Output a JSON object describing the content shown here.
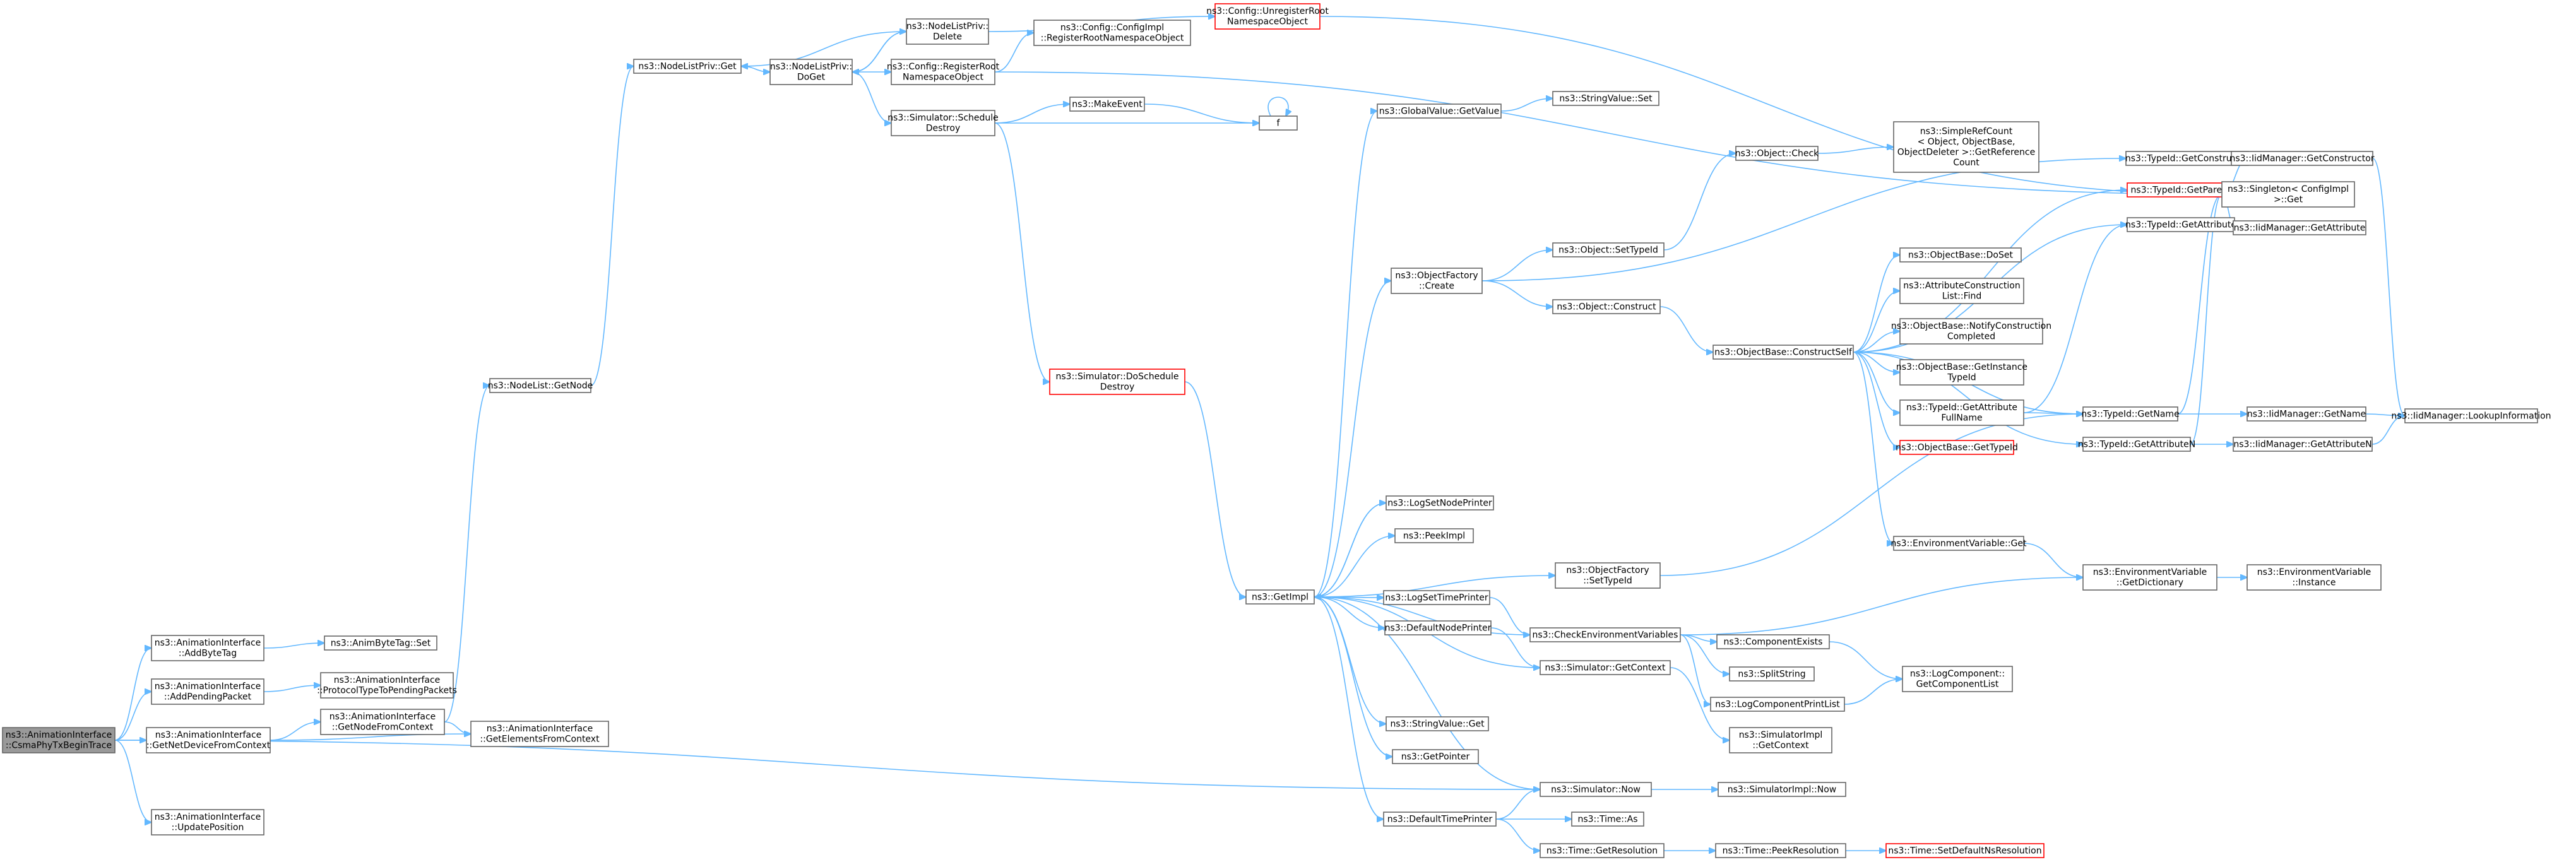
{
  "nodes": [
    {
      "id": "root",
      "lines": [
        "ns3::AnimationInterface",
        "::CsmaPhyTxBeginTrace"
      ],
      "style": "root"
    },
    {
      "id": "addbytetag",
      "lines": [
        "ns3::AnimationInterface",
        "::AddByteTag"
      ]
    },
    {
      "id": "addpending",
      "lines": [
        "ns3::AnimationInterface",
        "::AddPendingPacket"
      ]
    },
    {
      "id": "getnetdev",
      "lines": [
        "ns3::AnimationInterface",
        "::GetNetDeviceFromContext"
      ]
    },
    {
      "id": "updatepos",
      "lines": [
        "ns3::AnimationInterface",
        "::UpdatePosition"
      ]
    },
    {
      "id": "animbytetagset",
      "lines": [
        "ns3::AnimByteTag::Set"
      ]
    },
    {
      "id": "protocoltype",
      "lines": [
        "ns3::AnimationInterface",
        "::ProtocolTypeToPendingPackets"
      ]
    },
    {
      "id": "getnodefromctx",
      "lines": [
        "ns3::AnimationInterface",
        "::GetNodeFromContext"
      ]
    },
    {
      "id": "getelements",
      "lines": [
        "ns3::AnimationInterface",
        "::GetElementsFromContext"
      ]
    },
    {
      "id": "nodelistgetnode",
      "lines": [
        "ns3::NodeList::GetNode"
      ]
    },
    {
      "id": "nodelistprivget",
      "lines": [
        "ns3::NodeListPriv::Get"
      ]
    },
    {
      "id": "nodelistprivdoget",
      "lines": [
        "ns3::NodeListPriv::",
        "DoGet"
      ]
    },
    {
      "id": "nodelistprivdelete",
      "lines": [
        "ns3::NodeListPriv::",
        "Delete"
      ]
    },
    {
      "id": "registerroot",
      "lines": [
        "ns3::Config::RegisterRoot",
        "NamespaceObject"
      ]
    },
    {
      "id": "schedulDestroy",
      "lines": [
        "ns3::Simulator::Schedule",
        "Destroy"
      ]
    },
    {
      "id": "unregisterroot",
      "lines": [
        "ns3::Config::UnregisterRoot",
        "NamespaceObject"
      ],
      "style": "red"
    },
    {
      "id": "configimplreg",
      "lines": [
        "ns3::Config::ConfigImpl",
        "::RegisterRootNamespaceObject"
      ]
    },
    {
      "id": "makeevent",
      "lines": [
        "ns3::MakeEvent"
      ]
    },
    {
      "id": "f",
      "lines": [
        "f"
      ]
    },
    {
      "id": "doschedule",
      "lines": [
        "ns3::Simulator::DoSchedule",
        "Destroy"
      ],
      "style": "red"
    },
    {
      "id": "getimpl",
      "lines": [
        "ns3::GetImpl"
      ]
    },
    {
      "id": "globalvalueget",
      "lines": [
        "ns3::GlobalValue::GetValue"
      ]
    },
    {
      "id": "stringvalueset",
      "lines": [
        "ns3::StringValue::Set"
      ]
    },
    {
      "id": "objfactcreate",
      "lines": [
        "ns3::ObjectFactory",
        "::Create"
      ]
    },
    {
      "id": "objcheck",
      "lines": [
        "ns3::Object::Check"
      ]
    },
    {
      "id": "simplerefcount",
      "lines": [
        "ns3::SimpleRefCount",
        "< Object, ObjectBase,",
        "ObjectDeleter >::GetReference",
        "Count"
      ]
    },
    {
      "id": "objsettypeid",
      "lines": [
        "ns3::Object::SetTypeId"
      ]
    },
    {
      "id": "objconstruct",
      "lines": [
        "ns3::Object::Construct"
      ]
    },
    {
      "id": "constructself",
      "lines": [
        "ns3::ObjectBase::ConstructSelf"
      ]
    },
    {
      "id": "objbasedoset",
      "lines": [
        "ns3::ObjectBase::DoSet"
      ]
    },
    {
      "id": "attrconstruct",
      "lines": [
        "ns3::AttributeConstruction",
        "List::Find"
      ]
    },
    {
      "id": "notifyconstruct",
      "lines": [
        "ns3::ObjectBase::NotifyConstruction",
        "Completed"
      ]
    },
    {
      "id": "getinstancetypeid",
      "lines": [
        "ns3::ObjectBase::GetInstance",
        "TypeId"
      ]
    },
    {
      "id": "getattrfullname",
      "lines": [
        "ns3::TypeId::GetAttribute",
        "FullName"
      ]
    },
    {
      "id": "objbasegettypeid",
      "lines": [
        "ns3::ObjectBase::GetTypeId"
      ],
      "style": "red"
    },
    {
      "id": "envget",
      "lines": [
        "ns3::EnvironmentVariable::Get"
      ]
    },
    {
      "id": "typeidgetconstructor",
      "lines": [
        "ns3::TypeId::GetConstructor"
      ]
    },
    {
      "id": "typeidgetparent",
      "lines": [
        "ns3::TypeId::GetParent"
      ],
      "style": "red"
    },
    {
      "id": "typeidgetattribute",
      "lines": [
        "ns3::TypeId::GetAttribute"
      ]
    },
    {
      "id": "typeidgetname",
      "lines": [
        "ns3::TypeId::GetName"
      ]
    },
    {
      "id": "typeidgetattrn",
      "lines": [
        "ns3::TypeId::GetAttributeN"
      ]
    },
    {
      "id": "envgetdict",
      "lines": [
        "ns3::EnvironmentVariable",
        "::GetDictionary"
      ]
    },
    {
      "id": "iidgetconstructor",
      "lines": [
        "ns3::IidManager::GetConstructor"
      ]
    },
    {
      "id": "singletonget",
      "lines": [
        "ns3::Singleton< ConfigImpl",
        ">::Get"
      ]
    },
    {
      "id": "iidgetattribute",
      "lines": [
        "ns3::IidManager::GetAttribute"
      ]
    },
    {
      "id": "iidgetname",
      "lines": [
        "ns3::IidManager::GetName"
      ]
    },
    {
      "id": "iidgetattrn",
      "lines": [
        "ns3::IidManager::GetAttributeN"
      ]
    },
    {
      "id": "iidlookup",
      "lines": [
        "ns3::IidManager::LookupInformation"
      ]
    },
    {
      "id": "envinstance",
      "lines": [
        "ns3::EnvironmentVariable",
        "::Instance"
      ]
    },
    {
      "id": "logsetnodeprinter",
      "lines": [
        "ns3::LogSetNodePrinter"
      ]
    },
    {
      "id": "peekimpl",
      "lines": [
        "ns3::PeekImpl"
      ]
    },
    {
      "id": "objfactsettypeid",
      "lines": [
        "ns3::ObjectFactory",
        "::SetTypeId"
      ]
    },
    {
      "id": "logsettimeprinter",
      "lines": [
        "ns3::LogSetTimePrinter"
      ]
    },
    {
      "id": "defaultnodeprinter",
      "lines": [
        "ns3::DefaultNodePrinter"
      ]
    },
    {
      "id": "checkenv",
      "lines": [
        "ns3::CheckEnvironmentVariables"
      ]
    },
    {
      "id": "simgetcontext",
      "lines": [
        "ns3::Simulator::GetContext"
      ]
    },
    {
      "id": "componentexists",
      "lines": [
        "ns3::ComponentExists"
      ]
    },
    {
      "id": "splitstring",
      "lines": [
        "ns3::SplitString"
      ]
    },
    {
      "id": "logcomponentprintlist",
      "lines": [
        "ns3::LogComponentPrintList"
      ]
    },
    {
      "id": "logcomponentgetlist",
      "lines": [
        "ns3::LogComponent::",
        "GetComponentList"
      ]
    },
    {
      "id": "simimplgetcontext",
      "lines": [
        "ns3::SimulatorImpl",
        "::GetContext"
      ]
    },
    {
      "id": "stringvalueget",
      "lines": [
        "ns3::StringValue::Get"
      ]
    },
    {
      "id": "getpointer",
      "lines": [
        "ns3::GetPointer"
      ]
    },
    {
      "id": "simnow",
      "lines": [
        "ns3::Simulator::Now"
      ]
    },
    {
      "id": "simimplnow",
      "lines": [
        "ns3::SimulatorImpl::Now"
      ]
    },
    {
      "id": "defaulttimeprinter",
      "lines": [
        "ns3::DefaultTimePrinter"
      ]
    },
    {
      "id": "timeas",
      "lines": [
        "ns3::Time::As"
      ]
    },
    {
      "id": "timegetres",
      "lines": [
        "ns3::Time::GetResolution"
      ]
    },
    {
      "id": "timepeekres",
      "lines": [
        "ns3::Time::PeekResolution"
      ]
    },
    {
      "id": "timesetdefault",
      "lines": [
        "ns3::Time::SetDefaultNsResolution"
      ],
      "style": "red"
    }
  ],
  "edges": [
    [
      "root",
      "addbytetag"
    ],
    [
      "root",
      "addpending"
    ],
    [
      "root",
      "getnetdev"
    ],
    [
      "root",
      "updatepos"
    ],
    [
      "root",
      "simnow"
    ],
    [
      "addbytetag",
      "animbytetagset"
    ],
    [
      "addpending",
      "protocoltype"
    ],
    [
      "getnetdev",
      "getnodefromctx"
    ],
    [
      "getnetdev",
      "getelements"
    ],
    [
      "getnodefromctx",
      "getelements"
    ],
    [
      "getnodefromctx",
      "nodelistgetnode"
    ],
    [
      "nodelistgetnode",
      "nodelistprivget"
    ],
    [
      "nodelistprivget",
      "nodelistprivdoget"
    ],
    [
      "nodelistprivdoget",
      "nodelistprivdelete"
    ],
    [
      "nodelistprivdoget",
      "registerroot"
    ],
    [
      "nodelistprivdoget",
      "schedulDestroy"
    ],
    [
      "nodelistprivdelete",
      "nodelistprivget"
    ],
    [
      "nodelistprivdelete",
      "nodelistprivdoget"
    ],
    [
      "nodelistprivdelete",
      "unregisterroot"
    ],
    [
      "registerroot",
      "configimplreg"
    ],
    [
      "registerroot",
      "singletonget"
    ],
    [
      "unregisterroot",
      "singletonget"
    ],
    [
      "schedulDestroy",
      "makeevent"
    ],
    [
      "schedulDestroy",
      "f"
    ],
    [
      "schedulDestroy",
      "doschedule"
    ],
    [
      "makeevent",
      "f"
    ],
    [
      "f",
      "f"
    ],
    [
      "doschedule",
      "getimpl"
    ],
    [
      "getimpl",
      "globalvalueget"
    ],
    [
      "getimpl",
      "objfactcreate"
    ],
    [
      "getimpl",
      "logsetnodeprinter"
    ],
    [
      "getimpl",
      "peekimpl"
    ],
    [
      "getimpl",
      "objfactsettypeid"
    ],
    [
      "getimpl",
      "logsettimeprinter"
    ],
    [
      "getimpl",
      "defaultnodeprinter"
    ],
    [
      "getimpl",
      "stringvalueget"
    ],
    [
      "getimpl",
      "getpointer"
    ],
    [
      "getimpl",
      "defaulttimeprinter"
    ],
    [
      "globalvalueget",
      "stringvalueset"
    ],
    [
      "objfactcreate",
      "objsettypeid"
    ],
    [
      "objfactcreate",
      "objconstruct"
    ],
    [
      "objfactcreate",
      "typeidgetconstructor"
    ],
    [
      "objsettypeid",
      "objcheck"
    ],
    [
      "objcheck",
      "simplerefcount"
    ],
    [
      "objconstruct",
      "constructself"
    ],
    [
      "constructself",
      "objbasedoset"
    ],
    [
      "constructself",
      "attrconstruct"
    ],
    [
      "constructself",
      "notifyconstruct"
    ],
    [
      "constructself",
      "getinstancetypeid"
    ],
    [
      "constructself",
      "getattrfullname"
    ],
    [
      "constructself",
      "objbasegettypeid"
    ],
    [
      "constructself",
      "envget"
    ],
    [
      "constructself",
      "typeidgetparent"
    ],
    [
      "constructself",
      "typeidgetattribute"
    ],
    [
      "constructself",
      "typeidgetname"
    ],
    [
      "constructself",
      "typeidgetattrn"
    ],
    [
      "getattrfullname",
      "typeidgetattribute"
    ],
    [
      "getattrfullname",
      "typeidgetname"
    ],
    [
      "envget",
      "envgetdict"
    ],
    [
      "typeidgetconstructor",
      "iidgetconstructor"
    ],
    [
      "typeidgetconstructor",
      "singletonget"
    ],
    [
      "typeidgetparent",
      "singletonget"
    ],
    [
      "typeidgetattribute",
      "iidgetattribute"
    ],
    [
      "typeidgetattribute",
      "singletonget"
    ],
    [
      "typeidgetname",
      "iidgetname"
    ],
    [
      "typeidgetname",
      "singletonget"
    ],
    [
      "typeidgetattrn",
      "iidgetattrn"
    ],
    [
      "typeidgetattrn",
      "singletonget"
    ],
    [
      "iidgetconstructor",
      "iidlookup"
    ],
    [
      "iidgetname",
      "iidlookup"
    ],
    [
      "iidgetattrn",
      "iidlookup"
    ],
    [
      "envgetdict",
      "envinstance"
    ],
    [
      "objfactsettypeid",
      "typeidgetname"
    ],
    [
      "logsettimeprinter",
      "checkenv"
    ],
    [
      "defaultnodeprinter",
      "simgetcontext"
    ],
    [
      "checkenv",
      "componentexists"
    ],
    [
      "checkenv",
      "splitstring"
    ],
    [
      "checkenv",
      "logcomponentprintlist"
    ],
    [
      "checkenv",
      "envgetdict"
    ],
    [
      "componentexists",
      "logcomponentgetlist"
    ],
    [
      "logcomponentprintlist",
      "logcomponentgetlist"
    ],
    [
      "simgetcontext",
      "getimpl"
    ],
    [
      "simgetcontext",
      "simimplgetcontext"
    ],
    [
      "simnow",
      "getimpl"
    ],
    [
      "simnow",
      "simimplnow"
    ],
    [
      "defaulttimeprinter",
      "simnow"
    ],
    [
      "defaulttimeprinter",
      "timeas"
    ],
    [
      "defaulttimeprinter",
      "timegetres"
    ],
    [
      "timegetres",
      "timepeekres"
    ],
    [
      "timepeekres",
      "timesetdefault"
    ],
    [
      "checkenv",
      "getimpl"
    ],
    [
      "logsetnodeprinter",
      "getimpl"
    ]
  ]
}
